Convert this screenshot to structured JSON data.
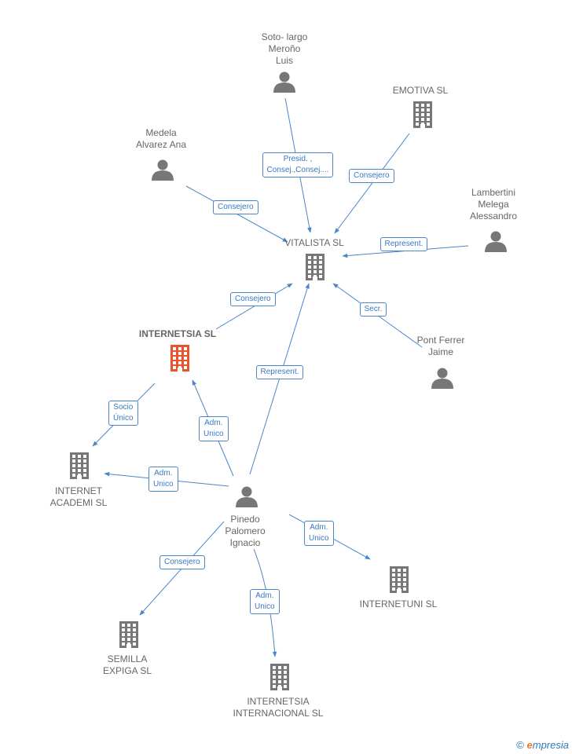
{
  "colors": {
    "edge": "#4a86c8",
    "node": "#777777",
    "focus": "#e8542c"
  },
  "nodes": [
    {
      "id": "soto",
      "type": "person",
      "label": "Soto- largo\nMeroño\nLuis"
    },
    {
      "id": "emotiva",
      "type": "company",
      "label": "EMOTIVA  SL"
    },
    {
      "id": "medela",
      "type": "person",
      "label": "Medela\nAlvarez Ana"
    },
    {
      "id": "lambertini",
      "type": "person",
      "label": "Lambertini\nMelega\nAlessandro"
    },
    {
      "id": "vitalista",
      "type": "company",
      "label": "VITALISTA SL"
    },
    {
      "id": "internetsia",
      "type": "company",
      "label": "INTERNETSIA SL",
      "focus": true
    },
    {
      "id": "pont",
      "type": "person",
      "label": "Pont Ferrer\nJaime"
    },
    {
      "id": "academi",
      "type": "company",
      "label": "INTERNET\nACADEMI SL"
    },
    {
      "id": "pinedo",
      "type": "person",
      "label": "Pinedo\nPalomero\nIgnacio"
    },
    {
      "id": "internetuni",
      "type": "company",
      "label": "INTERNETUNI SL"
    },
    {
      "id": "semilla",
      "type": "company",
      "label": "SEMILLA\nEXPIGA SL"
    },
    {
      "id": "internacional",
      "type": "company",
      "label": "INTERNETSIA\nINTERNACIONAL SL"
    }
  ],
  "edges": [
    {
      "from": "soto",
      "to": "vitalista",
      "label": "Presid. ,\nConsej.,Consej...."
    },
    {
      "from": "emotiva",
      "to": "vitalista",
      "label": "Consejero"
    },
    {
      "from": "medela",
      "to": "vitalista",
      "label": "Consejero"
    },
    {
      "from": "lambertini",
      "to": "vitalista",
      "label": "Represent."
    },
    {
      "from": "internetsia",
      "to": "vitalista",
      "label": "Consejero"
    },
    {
      "from": "pont",
      "to": "vitalista",
      "label": "Secr."
    },
    {
      "from": "pinedo",
      "to": "vitalista",
      "label": "Represent."
    },
    {
      "from": "internetsia",
      "to": "academi",
      "label": "Socio\nÚnico"
    },
    {
      "from": "pinedo",
      "to": "internetsia",
      "label": "Adm.\nUnico"
    },
    {
      "from": "pinedo",
      "to": "academi",
      "label": "Adm.\nUnico"
    },
    {
      "from": "pinedo",
      "to": "internetuni",
      "label": "Adm.\nUnico"
    },
    {
      "from": "pinedo",
      "to": "semilla",
      "label": "Consejero"
    },
    {
      "from": "pinedo",
      "to": "internacional",
      "label": "Adm.\nUnico"
    }
  ],
  "footer": {
    "copyright": "©",
    "brand_e": "e",
    "brand_rest": "mpresia"
  }
}
